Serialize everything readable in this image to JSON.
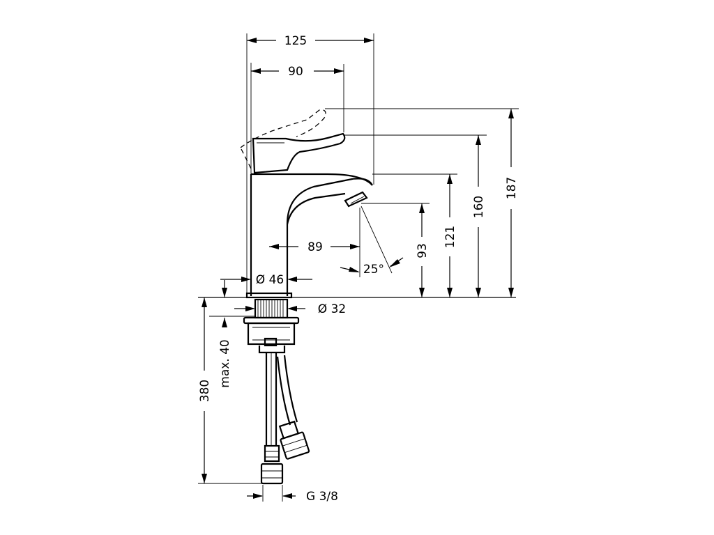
{
  "dimensions": {
    "overall_reach": "125",
    "spout_reach": "90",
    "height_lever_open": "187",
    "height_lever": "160",
    "height_spout": "121",
    "height_outlet": "93",
    "outlet_offset": "89",
    "outlet_angle": "25°",
    "body_diameter": "Ø 46",
    "shank_diameter": "Ø 32",
    "clamping_thickness": "max. 40",
    "hose_length": "380",
    "connection_thread": "G 3/8"
  }
}
